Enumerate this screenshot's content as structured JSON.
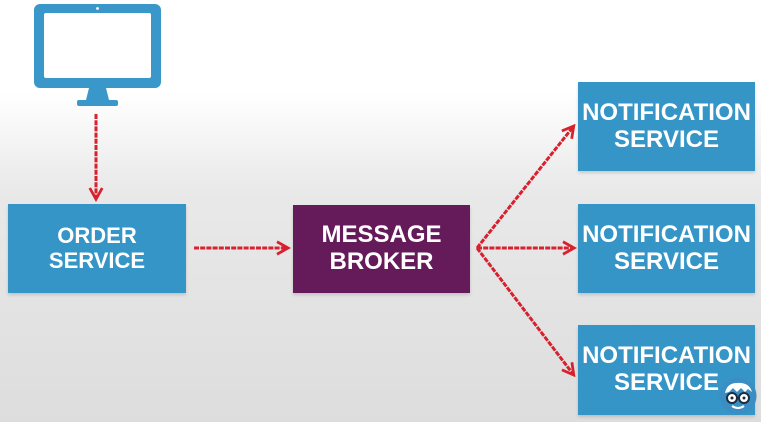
{
  "colors": {
    "service_blue": "#3595c7",
    "broker_purple": "#651b5a",
    "arrow_red": "#d7212e",
    "monitor_blue": "#3a97ca"
  },
  "client": {
    "icon": "monitor-icon"
  },
  "order_service": {
    "label": "ORDER SERVICE"
  },
  "message_broker": {
    "label": "MESSAGE\nBROKER"
  },
  "notification_services": [
    {
      "label": "NOTIFICATION\nSERVICE"
    },
    {
      "label": "NOTIFICATION\nSERVICE"
    },
    {
      "label": "NOTIFICATION\nSERVICE"
    }
  ],
  "channel_logo": {
    "icon": "face-with-glasses-icon"
  }
}
